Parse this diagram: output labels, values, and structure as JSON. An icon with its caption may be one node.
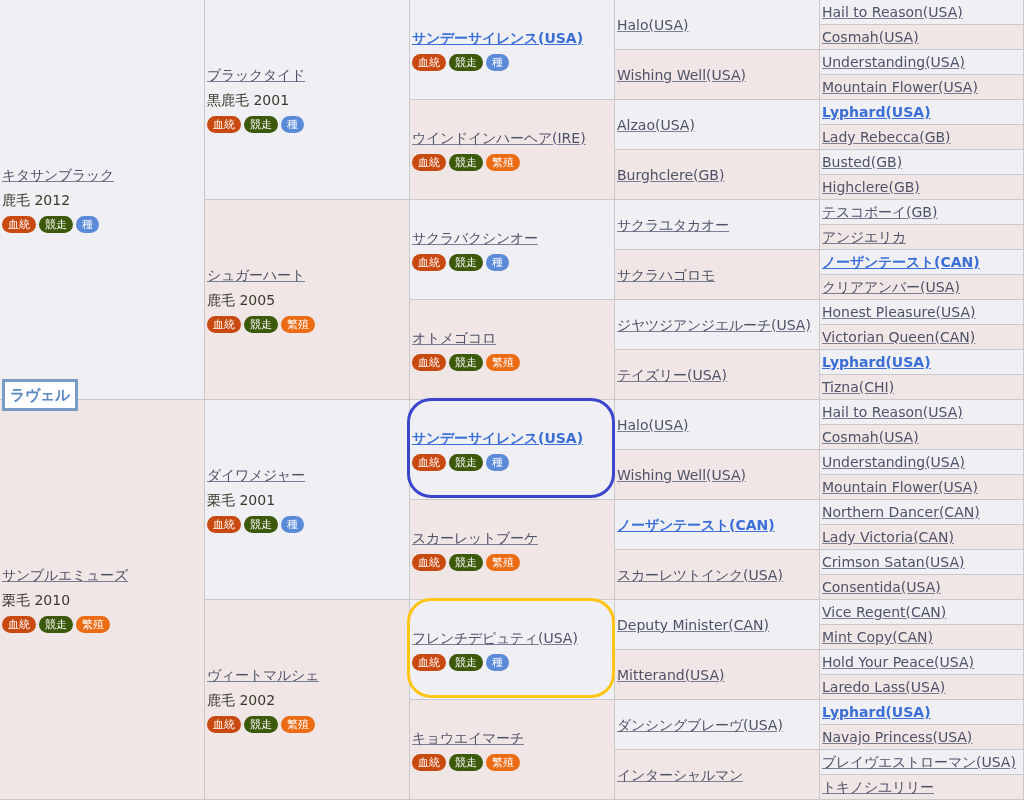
{
  "diagram": {
    "nodes": [
      {
        "text": [
          "ラヴェル"
        ]
      },
      {
        "text": [
          "キタサンブラック",
          "鹿毛 2012"
        ]
      },
      {
        "text": [
          "血統"
        ],
        "in": 1
      },
      {
        "text": [
          "競走"
        ],
        "in": 1
      },
      {
        "text": [
          "種"
        ],
        "in": 1
      },
      {
        "text": [
          "ブラックタイド",
          "黒鹿毛 2001"
        ]
      },
      {
        "text": [
          "血統"
        ],
        "in": 5
      },
      {
        "text": [
          "競走"
        ],
        "in": 5
      },
      {
        "text": [
          "種"
        ],
        "in": 5
      },
      {
        "text": [
          "サンデーサイレンス(USA)"
        ]
      },
      {
        "text": [
          "血統"
        ],
        "in": 9
      },
      {
        "text": [
          "競走"
        ],
        "in": 9
      },
      {
        "text": [
          "種"
        ],
        "in": 9
      },
      {
        "text": [
          "Halo(USA)"
        ]
      },
      {
        "text": [
          "Hail to Reason(USA)"
        ]
      },
      {
        "text": [
          "Cosmah(USA)"
        ]
      },
      {
        "text": [
          "Wishing Well(USA)"
        ]
      },
      {
        "text": [
          "Understanding(USA)"
        ]
      },
      {
        "text": [
          "Mountain Flower(USA)"
        ]
      },
      {
        "text": [
          "ウインドインハーヘア(IRE)"
        ]
      },
      {
        "text": [
          "血統"
        ],
        "in": 19
      },
      {
        "text": [
          "競走"
        ],
        "in": 19
      },
      {
        "text": [
          "繁殖"
        ],
        "in": 19
      },
      {
        "text": [
          "Alzao(USA)"
        ]
      },
      {
        "text": [
          "Lyphard(USA)"
        ]
      },
      {
        "text": [
          "Lady Rebecca(GB)"
        ]
      },
      {
        "text": [
          "Burghclere(GB)"
        ]
      },
      {
        "text": [
          "Busted(GB)"
        ]
      },
      {
        "text": [
          "Highclere(GB)"
        ]
      },
      {
        "text": [
          "シュガーハート",
          "鹿毛 2005"
        ]
      },
      {
        "text": [
          "血統"
        ],
        "in": 29
      },
      {
        "text": [
          "競走"
        ],
        "in": 29
      },
      {
        "text": [
          "繁殖"
        ],
        "in": 29
      },
      {
        "text": [
          "サクラバクシンオー"
        ]
      },
      {
        "text": [
          "血統"
        ],
        "in": 33
      },
      {
        "text": [
          "競走"
        ],
        "in": 33
      },
      {
        "text": [
          "種"
        ],
        "in": 33
      },
      {
        "text": [
          "サクラユタカオー"
        ]
      },
      {
        "text": [
          "テスコボーイ(GB)"
        ]
      },
      {
        "text": [
          "アンジエリカ"
        ]
      },
      {
        "text": [
          "サクラハゴロモ"
        ]
      },
      {
        "text": [
          "ノーザンテースト(CAN)"
        ]
      },
      {
        "text": [
          "クリアアンバー(USA)"
        ]
      },
      {
        "text": [
          "オトメゴコロ"
        ]
      },
      {
        "text": [
          "血統"
        ],
        "in": 43
      },
      {
        "text": [
          "競走"
        ],
        "in": 43
      },
      {
        "text": [
          "繁殖"
        ],
        "in": 43
      },
      {
        "text": [
          "ジヤツジアンジエルーチ(USA)"
        ]
      },
      {
        "text": [
          "Honest Pleasure(USA)"
        ]
      },
      {
        "text": [
          "Victorian Queen(CAN)"
        ]
      },
      {
        "text": [
          "テイズリー(USA)"
        ]
      },
      {
        "text": [
          "Lyphard(USA)"
        ]
      },
      {
        "text": [
          "Tizna(CHI)"
        ]
      },
      {
        "text": [
          "サンブルエミューズ",
          "栗毛 2010"
        ]
      },
      {
        "text": [
          "血統"
        ],
        "in": 53
      },
      {
        "text": [
          "競走"
        ],
        "in": 53
      },
      {
        "text": [
          "繁殖"
        ],
        "in": 53
      },
      {
        "text": [
          "ダイワメジャー",
          "栗毛 2001"
        ]
      },
      {
        "text": [
          "血統"
        ],
        "in": 57
      },
      {
        "text": [
          "競走"
        ],
        "in": 57
      },
      {
        "text": [
          "種"
        ],
        "in": 57
      },
      {
        "text": [
          "サンデーサイレンス(USA)"
        ]
      },
      {
        "text": [
          "血統"
        ],
        "in": 61
      },
      {
        "text": [
          "競走"
        ],
        "in": 61
      },
      {
        "text": [
          "種"
        ],
        "in": 61
      },
      {
        "text": [
          "Halo(USA)"
        ]
      },
      {
        "text": [
          "Hail to Reason(USA)"
        ]
      },
      {
        "text": [
          "Cosmah(USA)"
        ]
      },
      {
        "text": [
          "Wishing Well(USA)"
        ]
      },
      {
        "text": [
          "Understanding(USA)"
        ]
      },
      {
        "text": [
          "Mountain Flower(USA)"
        ]
      },
      {
        "text": [
          "スカーレットブーケ"
        ]
      },
      {
        "text": [
          "血統"
        ],
        "in": 71
      },
      {
        "text": [
          "競走"
        ],
        "in": 71
      },
      {
        "text": [
          "繁殖"
        ],
        "in": 71
      },
      {
        "text": [
          "ノーザンテースト(CAN)"
        ]
      },
      {
        "text": [
          "Northern Dancer(CAN)"
        ]
      },
      {
        "text": [
          "Lady Victoria(CAN)"
        ]
      },
      {
        "text": [
          "スカーレツトインク(USA)"
        ]
      },
      {
        "text": [
          "Crimson Satan(USA)"
        ]
      },
      {
        "text": [
          "Consentida(USA)"
        ]
      },
      {
        "text": [
          "ヴィートマルシェ",
          "鹿毛 2002"
        ]
      },
      {
        "text": [
          "血統"
        ],
        "in": 81
      },
      {
        "text": [
          "競走"
        ],
        "in": 81
      },
      {
        "text": [
          "繁殖"
        ],
        "in": 81
      },
      {
        "text": [
          "フレンチデピュティ(USA)"
        ]
      },
      {
        "text": [
          "血統"
        ],
        "in": 85
      },
      {
        "text": [
          "競走"
        ],
        "in": 85
      },
      {
        "text": [
          "種"
        ],
        "in": 85
      },
      {
        "text": [
          "Deputy Minister(CAN)"
        ]
      },
      {
        "text": [
          "Vice Regent(CAN)"
        ]
      },
      {
        "text": [
          "Mint Copy(CAN)"
        ]
      },
      {
        "text": [
          "Mitterand(USA)"
        ]
      },
      {
        "text": [
          "Hold Your Peace(USA)"
        ]
      },
      {
        "text": [
          "Laredo Lass(USA)"
        ]
      },
      {
        "text": [
          "キョウエイマーチ"
        ]
      },
      {
        "text": [
          "血統"
        ],
        "in": 95
      },
      {
        "text": [
          "競走"
        ],
        "in": 95
      },
      {
        "text": [
          "繁殖"
        ],
        "in": 95
      },
      {
        "text": [
          "ダンシングブレーヴ(USA)"
        ]
      },
      {
        "text": [
          "Lyphard(USA)"
        ]
      },
      {
        "text": [
          "Navajo Princess(USA)"
        ]
      },
      {
        "text": [
          "インターシャルマン"
        ]
      },
      {
        "text": [
          "ブレイヴエストローマン(USA)"
        ]
      },
      {
        "text": [
          "トキノシユリリー"
        ]
      }
    ]
  }
}
